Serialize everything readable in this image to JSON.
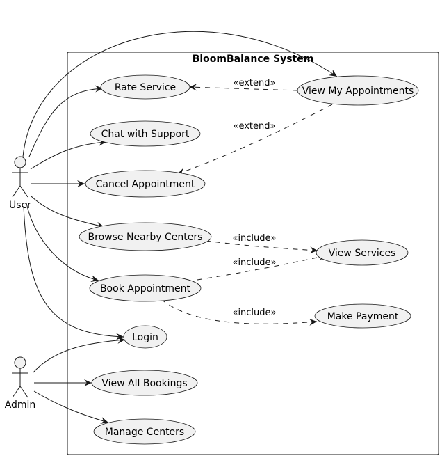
{
  "system": {
    "title": "BloomBalance System"
  },
  "actors": [
    {
      "id": "user",
      "label": "User"
    },
    {
      "id": "admin",
      "label": "Admin"
    }
  ],
  "use_cases": {
    "rate_service": "Rate Service",
    "view_my_appointments": "View My Appointments",
    "chat_with_support": "Chat with Support",
    "cancel_appointment": "Cancel Appointment",
    "browse_nearby_centers": "Browse Nearby Centers",
    "view_services": "View Services",
    "book_appointment": "Book Appointment",
    "make_payment": "Make Payment",
    "login": "Login",
    "view_all_bookings": "View All Bookings",
    "manage_centers": "Manage Centers"
  },
  "relations": {
    "extend_rate": "«extend»",
    "extend_cancel": "«extend»",
    "include_browse_services": "«include»",
    "include_book_services": "«include»",
    "include_book_payment": "«include»"
  }
}
